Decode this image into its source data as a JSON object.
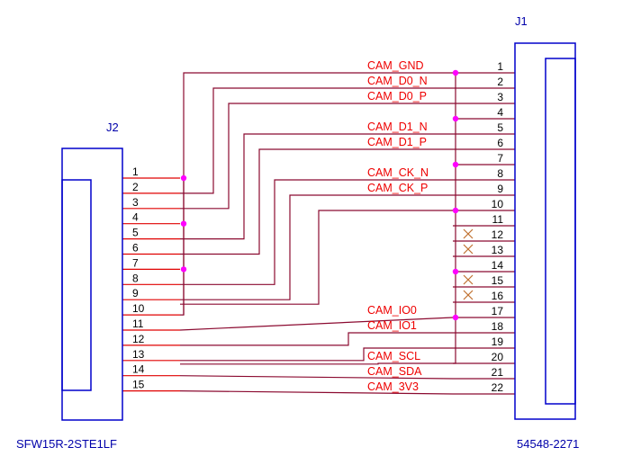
{
  "colors": {
    "connector": "#0000cc",
    "wire": "#8b0a30",
    "pin_line": "#e00000",
    "junction": "#ff00ff",
    "no_connect": "#c07030",
    "pin_text": "#000000",
    "ref_text": "#0000aa",
    "net_label": "#ee0000",
    "part_text": "#0000aa"
  },
  "j1": {
    "ref": "J1",
    "part": "54548-2271",
    "pins": [
      "1",
      "2",
      "3",
      "4",
      "5",
      "6",
      "7",
      "8",
      "9",
      "10",
      "11",
      "12",
      "13",
      "14",
      "15",
      "16",
      "17",
      "18",
      "19",
      "20",
      "21",
      "22"
    ]
  },
  "j2": {
    "ref": "J2",
    "part": "SFW15R-2STE1LF",
    "pins": [
      "1",
      "2",
      "3",
      "4",
      "5",
      "6",
      "7",
      "8",
      "9",
      "10",
      "11",
      "12",
      "13",
      "14",
      "15"
    ]
  },
  "net_labels": [
    "CAM_GND",
    "CAM_D0_N",
    "CAM_D0_P",
    "CAM_D1_N",
    "CAM_D1_P",
    "CAM_CK_N",
    "CAM_CK_P",
    "CAM_IO0",
    "CAM_IO1",
    "CAM_SCL",
    "CAM_SDA",
    "CAM_3V3"
  ],
  "no_connect": {
    "symbol": "cross-icon",
    "pins": [
      "12",
      "13",
      "15",
      "16"
    ]
  }
}
